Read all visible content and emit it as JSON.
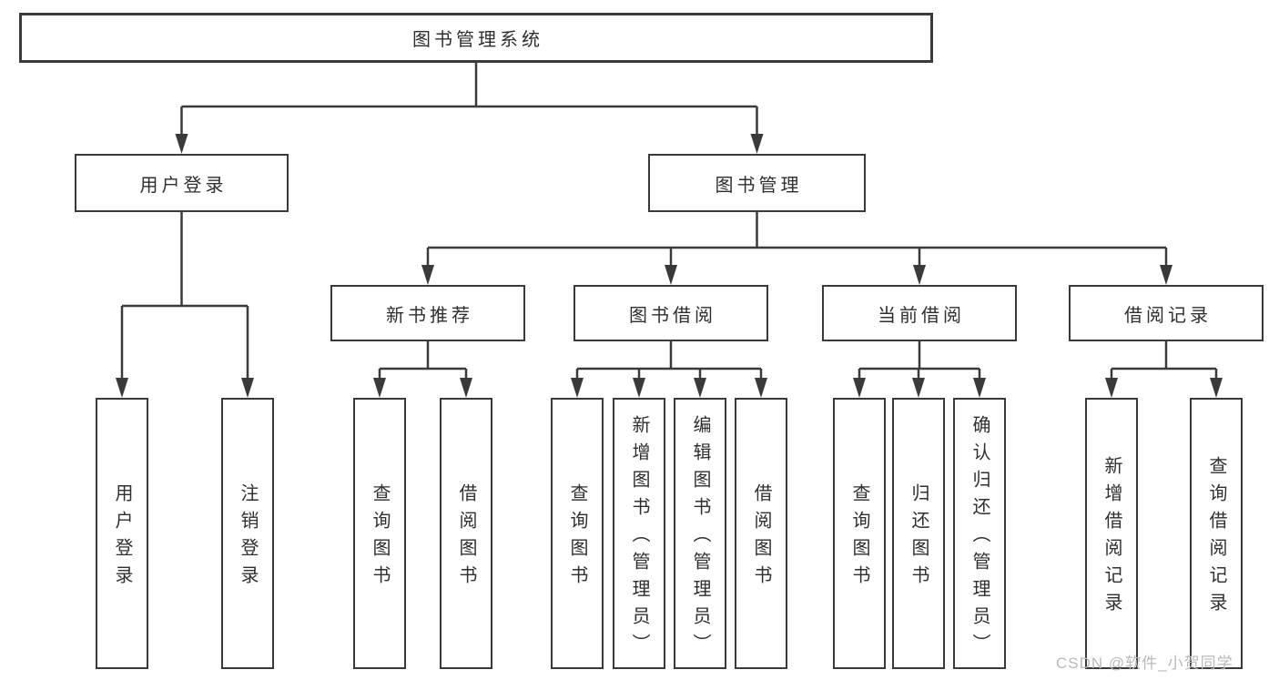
{
  "tree": {
    "label": "图书管理系统",
    "children": [
      {
        "label": "用户登录",
        "children": [
          {
            "label": "用户登录"
          },
          {
            "label": "注销登录"
          }
        ]
      },
      {
        "label": "图书管理",
        "children": [
          {
            "label": "新书推荐",
            "children": [
              {
                "label": "查询图书"
              },
              {
                "label": "借阅图书"
              }
            ]
          },
          {
            "label": "图书借阅",
            "children": [
              {
                "label": "查询图书"
              },
              {
                "label": "新增图书（管理员）"
              },
              {
                "label": "编辑图书（管理员）"
              },
              {
                "label": "借阅图书"
              }
            ]
          },
          {
            "label": "当前借阅",
            "children": [
              {
                "label": "查询图书"
              },
              {
                "label": "归还图书"
              },
              {
                "label": "确认归还（管理员）"
              }
            ]
          },
          {
            "label": "借阅记录",
            "children": [
              {
                "label": "新增借阅记录"
              },
              {
                "label": "查询借阅记录"
              }
            ]
          }
        ]
      }
    ]
  },
  "watermark": "CSDN @软件_小贺同学",
  "colors": {
    "line": "#3a3a3a",
    "text": "#2f2f2f",
    "watermark": "#b9b9b9",
    "background": "#ffffff"
  }
}
